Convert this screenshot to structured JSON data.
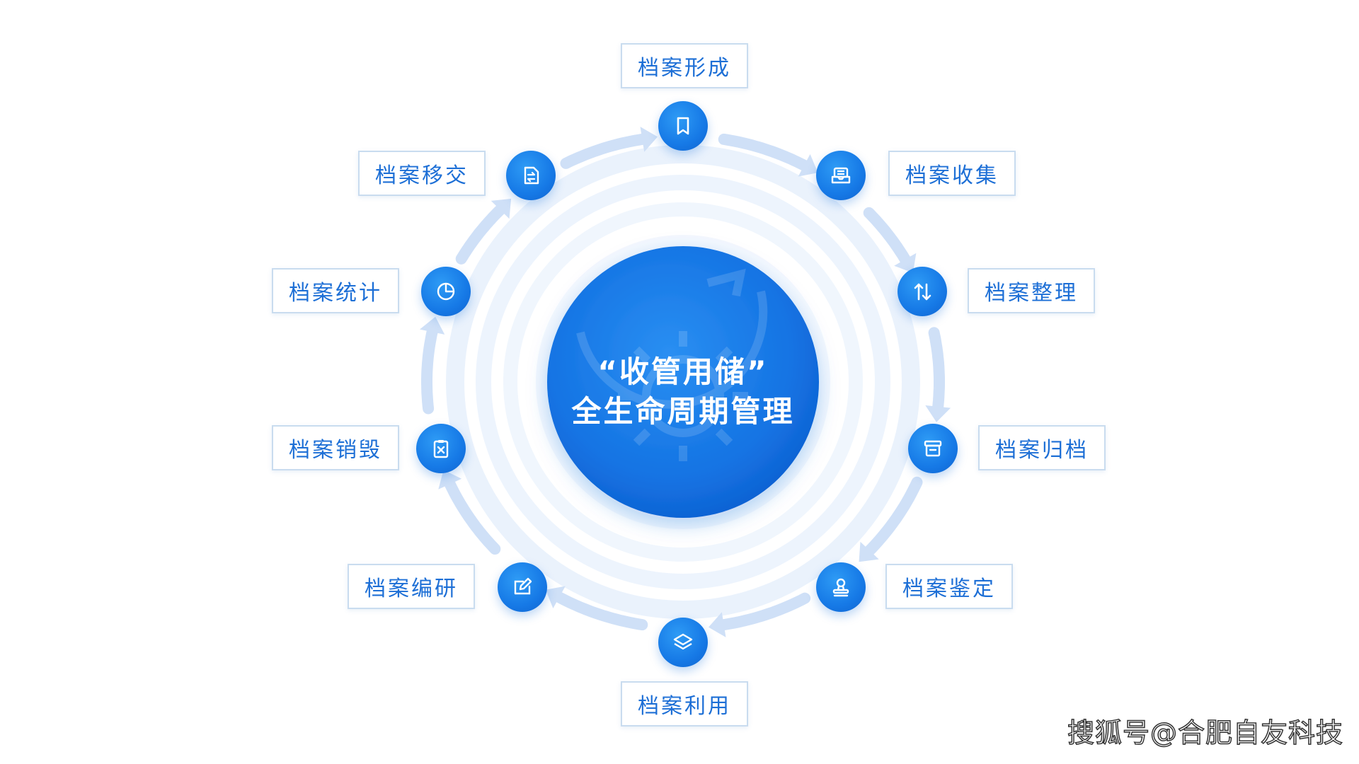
{
  "center": {
    "line1": "“收管用储”",
    "line2": "全生命周期管理"
  },
  "nodes": [
    {
      "id": "formation",
      "label": "档案形成",
      "icon": "bookmark-icon"
    },
    {
      "id": "collection",
      "label": "档案收集",
      "icon": "inbox-tray-icon"
    },
    {
      "id": "organize",
      "label": "档案整理",
      "icon": "sort-arrows-icon"
    },
    {
      "id": "archive",
      "label": "档案归档",
      "icon": "archive-box-icon"
    },
    {
      "id": "appraisal",
      "label": "档案鉴定",
      "icon": "stamp-icon"
    },
    {
      "id": "utilization",
      "label": "档案利用",
      "icon": "layers-icon"
    },
    {
      "id": "research",
      "label": "档案编研",
      "icon": "edit-icon"
    },
    {
      "id": "destruction",
      "label": "档案销毁",
      "icon": "clipboard-x-icon"
    },
    {
      "id": "statistics",
      "label": "档案统计",
      "icon": "pie-chart-icon"
    },
    {
      "id": "transfer",
      "label": "档案移交",
      "icon": "file-transfer-icon"
    }
  ],
  "watermark": "搜狐号@合肥自友科技",
  "colors": {
    "primary": "#1679e6",
    "label_text": "#1d6fd6",
    "label_border": "#c9dcef",
    "ring": "#e7f0fb",
    "arrow": "#cfe0f7"
  }
}
